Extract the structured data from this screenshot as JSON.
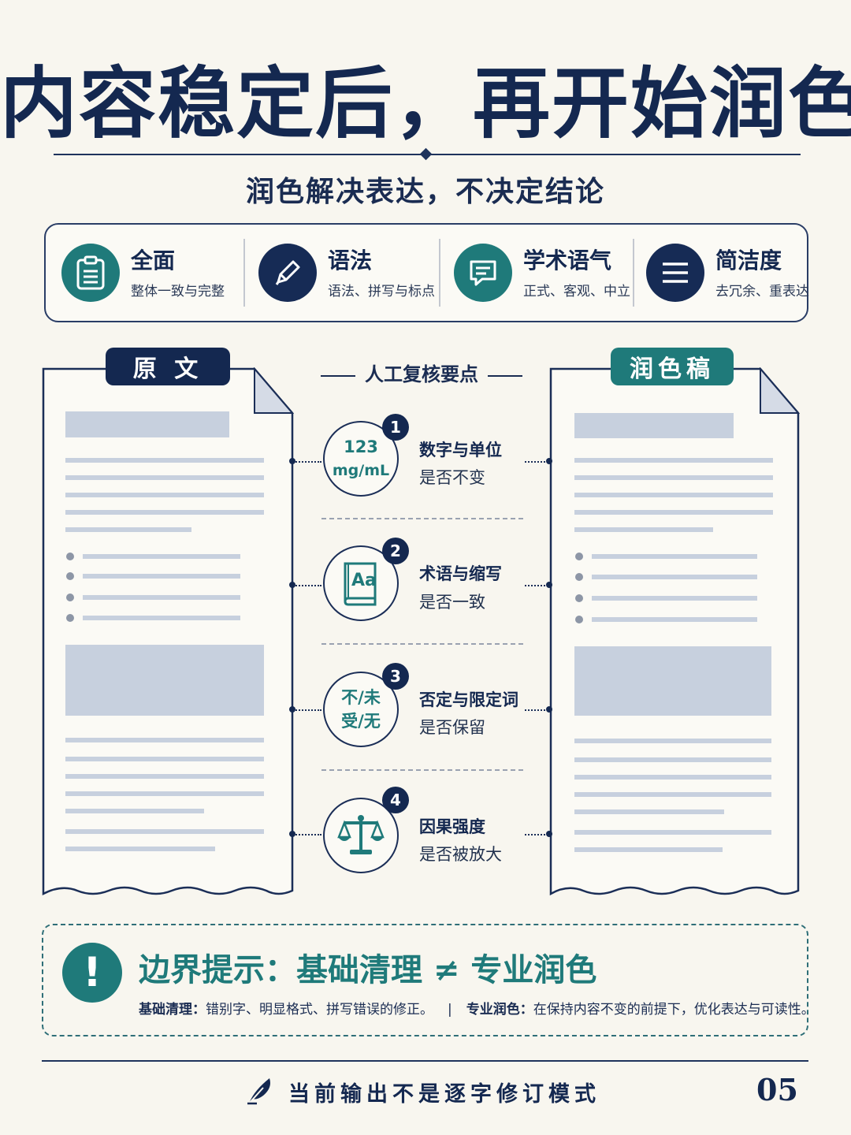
{
  "title": "内容稳定后，再开始润色",
  "subtitle": "润色解决表达，不决定结论",
  "features": [
    {
      "name": "全面",
      "desc": "整体一致与完整",
      "icon": "clipboard-icon",
      "color": "#1f7a7a"
    },
    {
      "name": "语法",
      "desc": "语法、拼写与标点",
      "icon": "pencil-icon",
      "color": "#162b55"
    },
    {
      "name": "学术语气",
      "desc": "正式、客观、中立",
      "icon": "chat-bubble-icon",
      "color": "#1f7a7a"
    },
    {
      "name": "简洁度",
      "desc": "去冗余、重表达",
      "icon": "menu-lines-icon",
      "color": "#162b55"
    }
  ],
  "original_label": "原 文",
  "polished_label": "润色稿",
  "review_title": "人工复核要点",
  "review_points": [
    {
      "num": "1",
      "icon_text_1": "123",
      "icon_text_2": "mg/mL",
      "title": "数字与单位",
      "sub": "是否不变"
    },
    {
      "num": "2",
      "icon_text_1": "Aa",
      "title": "术语与缩写",
      "sub": "是否一致"
    },
    {
      "num": "3",
      "icon_text_1": "不/未",
      "icon_text_2": "受/无",
      "title": "否定与限定词",
      "sub": "是否保留"
    },
    {
      "num": "4",
      "title": "因果强度",
      "sub": "是否被放大"
    }
  ],
  "warning": {
    "title": "边界提示：基础清理 ≠ 专业润色",
    "label_1": "基础清理：",
    "text_1": "错别字、明显格式、拼写错误的修正。",
    "separator": "|",
    "label_2": "专业润色：",
    "text_2": "在保持内容不变的前提下，优化表达与可读性。",
    "icon_text": "!"
  },
  "footer": "当前输出不是逐字修订模式",
  "page_number": "05",
  "colors": {
    "navy": "#142850",
    "teal": "#1f7a7a",
    "background": "#f8f6ef",
    "placeholder": "#c7d0de"
  }
}
